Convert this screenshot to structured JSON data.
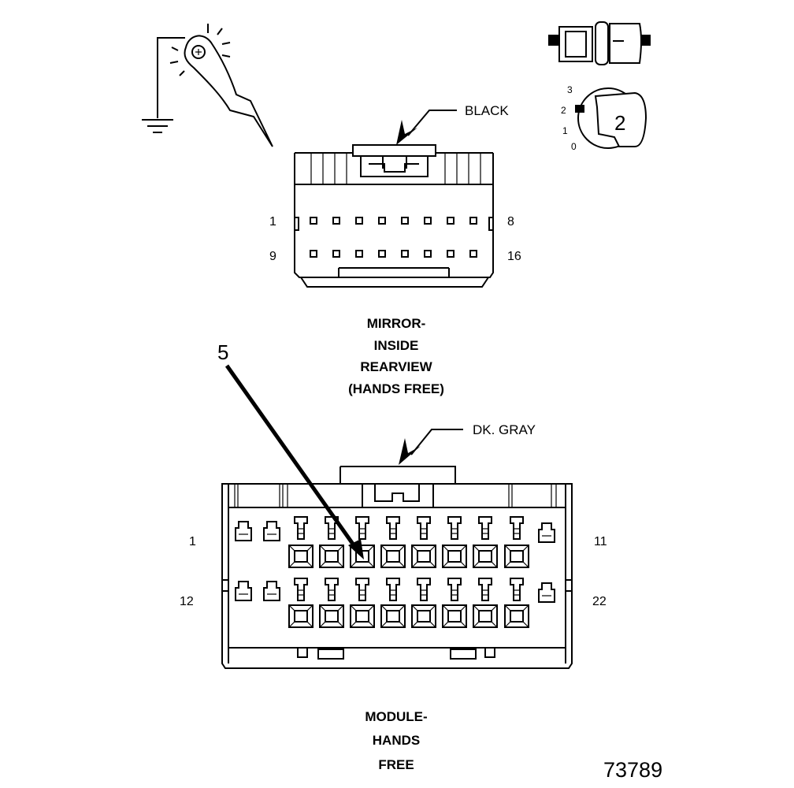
{
  "mirror_connector": {
    "color_label": "BLACK",
    "pin_top_left": "1",
    "pin_top_right": "8",
    "pin_bottom_left": "9",
    "pin_bottom_right": "16",
    "title_lines": [
      "MIRROR-",
      "INSIDE",
      "REARVIEW",
      "(HANDS FREE)"
    ]
  },
  "module_connector": {
    "color_label": "DK. GRAY",
    "pin_top_left": "1",
    "pin_top_right": "11",
    "pin_bottom_left": "12",
    "pin_bottom_right": "22",
    "callout_number": "5",
    "title_lines": [
      "MODULE-",
      "HANDS",
      "FREE"
    ]
  },
  "key_switch": {
    "positions": [
      "3",
      "2",
      "1",
      "0"
    ],
    "selected": "2"
  },
  "figure_number": "73789",
  "icons": {
    "ground_probe": "ground-probe-icon",
    "connector_plug": "connector-plug-icon",
    "ignition_key": "ignition-key-icon"
  }
}
